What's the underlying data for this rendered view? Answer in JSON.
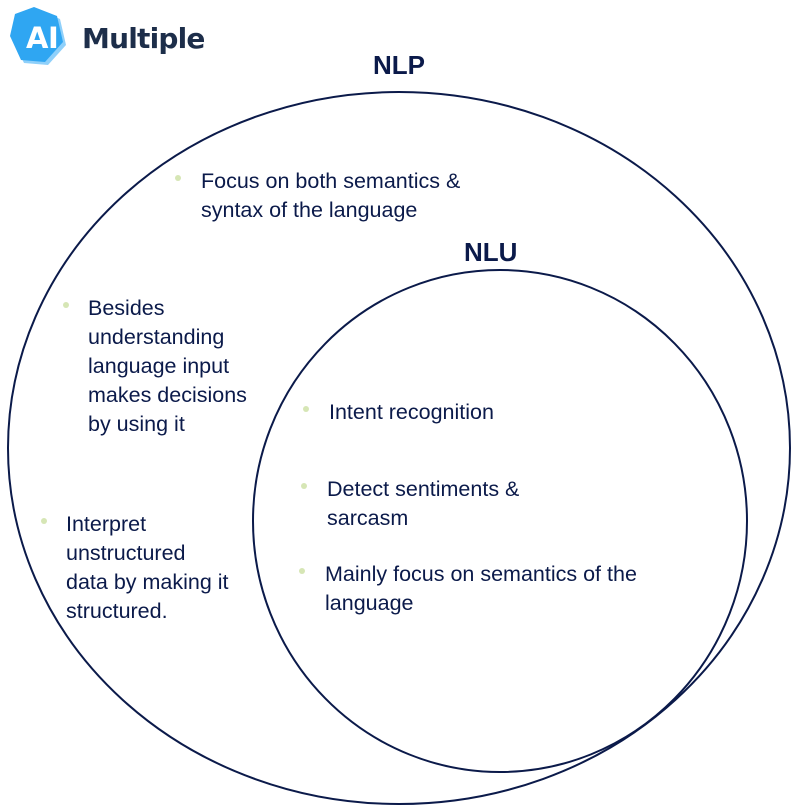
{
  "logo": {
    "mark_text": "AI",
    "brand_text": "Multiple",
    "mark_color": "#2fa6f2",
    "brand_color": "#1d2e4a"
  },
  "diagram": {
    "type": "nested-venn",
    "stroke_color": "#0b1a4a",
    "bullet_color": "#d6e6b5",
    "outer": {
      "label": "NLP",
      "items": [
        "Focus on both semantics &\nsyntax of the language",
        "Besides\nunderstanding\nlanguage input\nmakes decisions\nby using it",
        "Interpret\nunstructured\ndata by making it\nstructured."
      ]
    },
    "inner": {
      "label": "NLU",
      "items": [
        "Intent recognition",
        "Detect sentiments &\nsarcasm",
        "Mainly focus on semantics of the\nlanguage"
      ]
    }
  }
}
